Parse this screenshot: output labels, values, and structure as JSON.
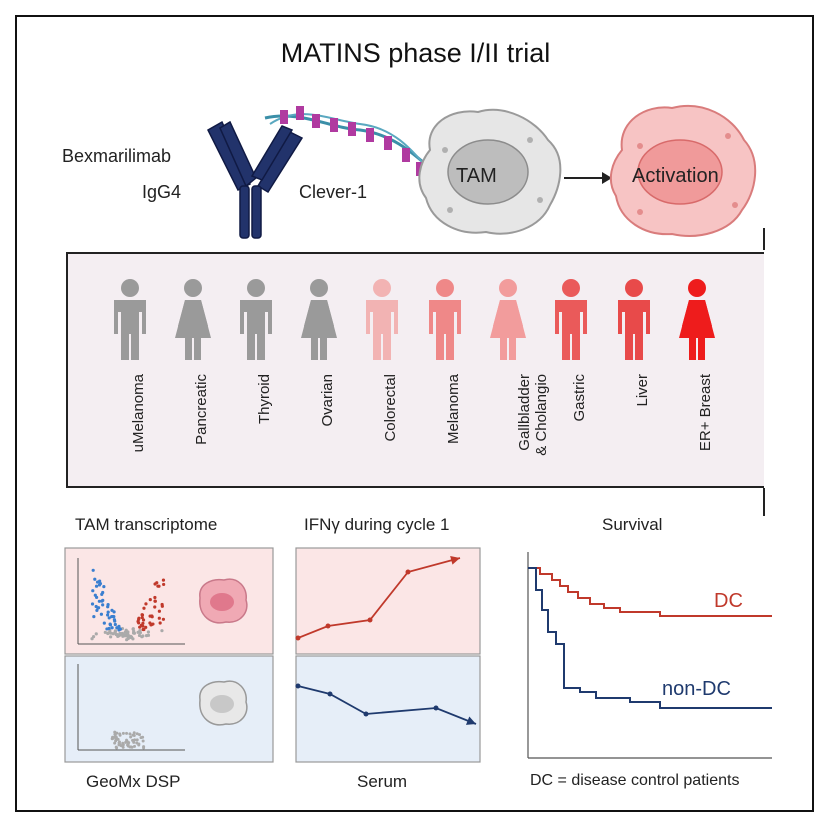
{
  "title": "MATINS phase I/II trial",
  "top_panel": {
    "antibody_label": "Bexmarilimab",
    "antibody_isotype": "IgG4",
    "receptor_label": "Clever-1",
    "cell_label": "TAM",
    "result_label": "Activation"
  },
  "cancer_types": [
    {
      "label": "uMelanoma",
      "figure": "male",
      "color": "#9a9a9a"
    },
    {
      "label": "Pancreatic",
      "figure": "female",
      "color": "#9a9a9a"
    },
    {
      "label": "Thyroid",
      "figure": "male",
      "color": "#9a9a9a"
    },
    {
      "label": "Ovarian",
      "figure": "female",
      "color": "#9a9a9a"
    },
    {
      "label": "Colorectal",
      "figure": "male",
      "color": "#f2b3b3"
    },
    {
      "label": "Melanoma",
      "figure": "male",
      "color": "#ef8888"
    },
    {
      "label": "Gallbladder & Cholangio",
      "figure": "female",
      "color": "#f29c9c"
    },
    {
      "label": "Gastric",
      "figure": "male",
      "color": "#ea5a5a"
    },
    {
      "label": "Liver",
      "figure": "male",
      "color": "#e84a4a"
    },
    {
      "label": "ER+ Breast",
      "figure": "female",
      "color": "#ee1c1c"
    }
  ],
  "panels": {
    "transcriptome": {
      "title": "TAM transcriptome",
      "caption": "GeoMx DSP"
    },
    "ifn": {
      "title": "IFNγ during cycle 1",
      "caption": "Serum"
    },
    "survival": {
      "title": "Survival",
      "caption": "DC = disease control patients",
      "series_dc": "DC",
      "series_nondc": "non-DC"
    }
  },
  "colors": {
    "red": "#c0392b",
    "navy": "#1f3a6e",
    "pink_bg": "#fbe6e6",
    "blue_bg": "#e6eef8",
    "band_bg": "#f4eef2"
  }
}
